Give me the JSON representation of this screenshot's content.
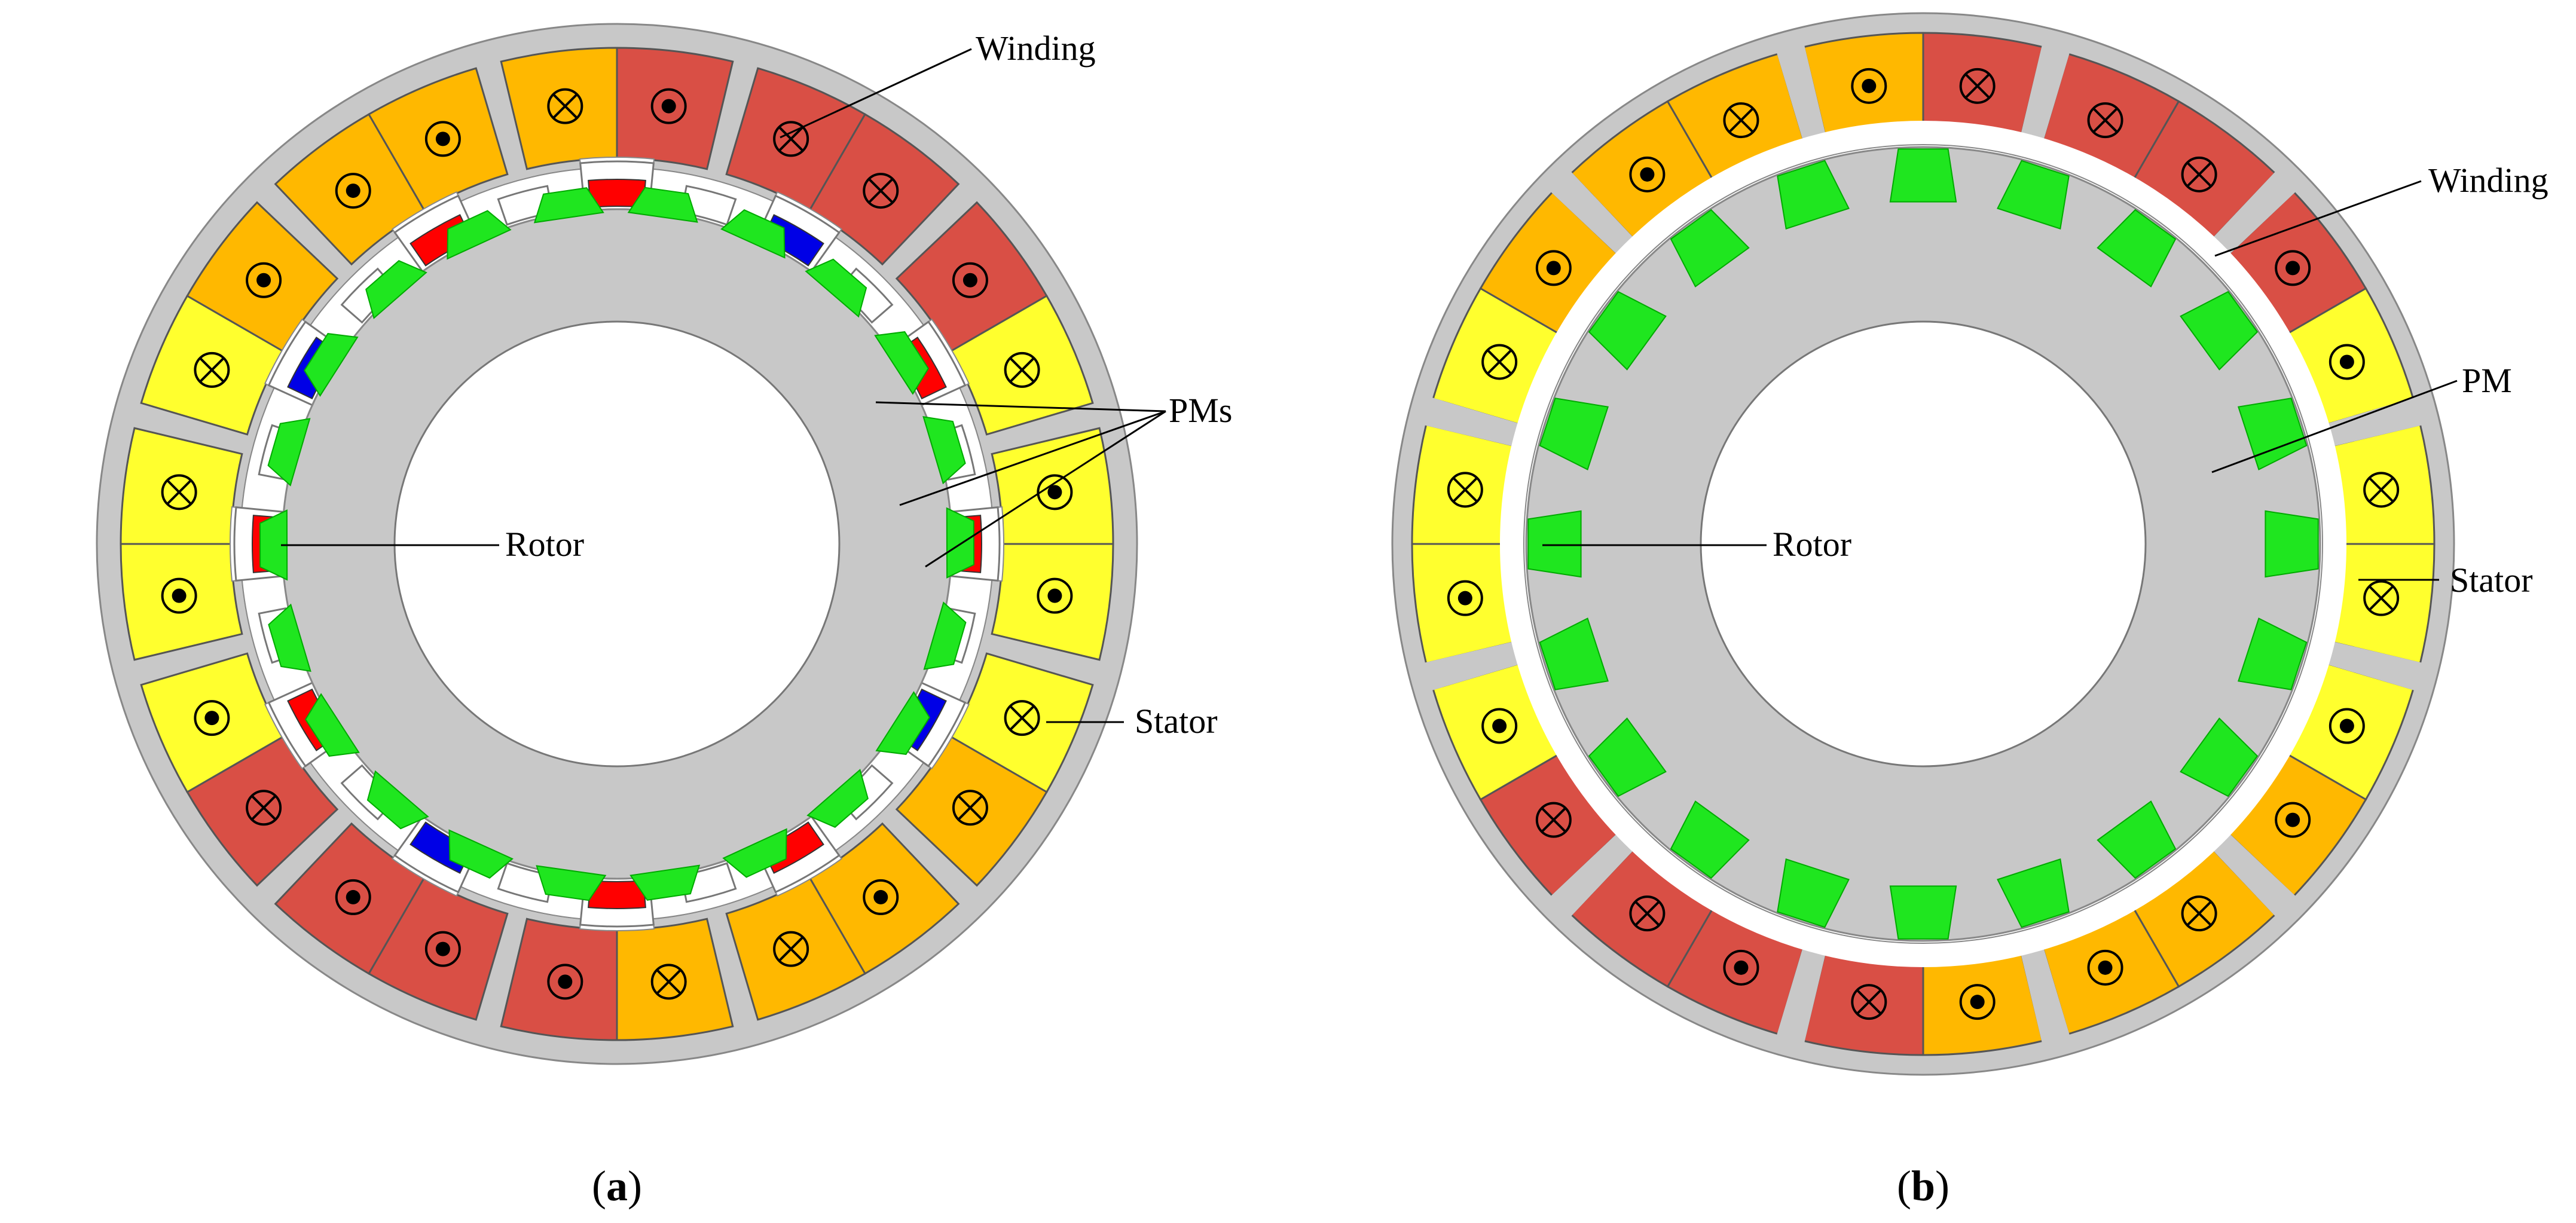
{
  "panels": [
    {
      "id": "a",
      "caption_open": "(",
      "caption_letter": "a",
      "caption_close": ")",
      "labels": {
        "winding": "Winding",
        "pm": "PMs",
        "rotor": "Rotor",
        "stator": "Stator"
      }
    },
    {
      "id": "b",
      "caption_open": "(",
      "caption_letter": "b",
      "caption_close": ")",
      "labels": {
        "winding": "Winding",
        "pm": "PM",
        "rotor": "Rotor",
        "stator": "Stator"
      }
    }
  ],
  "colors": {
    "iron": "#c8c8c8",
    "white": "#ffffff",
    "phase_a": "#d94f45",
    "phase_b": "#ffb800",
    "phase_c": "#ffff2e",
    "rotor_pole": "#1fe61f",
    "pm_red": "#ff0000",
    "pm_blue": "#0000e6",
    "line": "#000000"
  },
  "panel_a": {
    "coil_sequence": [
      "orange",
      "red",
      "red",
      "red",
      "red",
      "yellow",
      "yellow",
      "yellow",
      "yellow",
      "orange",
      "orange",
      "orange",
      "orange",
      "red",
      "red",
      "red",
      "red",
      "yellow",
      "yellow",
      "yellow",
      "yellow",
      "orange",
      "orange",
      "orange"
    ],
    "coil_symbols": [
      "cross",
      "dot",
      "cross",
      "cross",
      "dot",
      "cross",
      "dot",
      "dot",
      "cross",
      "cross",
      "dot",
      "cross",
      "cross",
      "dot",
      "dot",
      "dot",
      "cross",
      "dot",
      "dot",
      "cross",
      "cross",
      "dot",
      "dot",
      "dot"
    ],
    "pm_sequence": [
      "red",
      "blue",
      "red",
      "red",
      "blue",
      "red",
      "red",
      "blue",
      "red",
      "red",
      "blue",
      "red"
    ]
  },
  "panel_b": {
    "coil_sequence": [
      "orange",
      "red",
      "red",
      "red",
      "red",
      "yellow",
      "yellow",
      "yellow",
      "yellow",
      "orange",
      "orange",
      "orange",
      "orange",
      "red",
      "red",
      "red",
      "red",
      "yellow",
      "yellow",
      "yellow",
      "yellow",
      "orange",
      "orange",
      "orange"
    ],
    "coil_symbols": [
      "dot",
      "cross",
      "cross",
      "cross",
      "dot",
      "dot",
      "cross",
      "cross",
      "dot",
      "dot",
      "cross",
      "dot",
      "dot",
      "cross",
      "dot",
      "cross",
      "cross",
      "dot",
      "dot",
      "cross",
      "cross",
      "dot",
      "dot",
      "cross"
    ]
  }
}
